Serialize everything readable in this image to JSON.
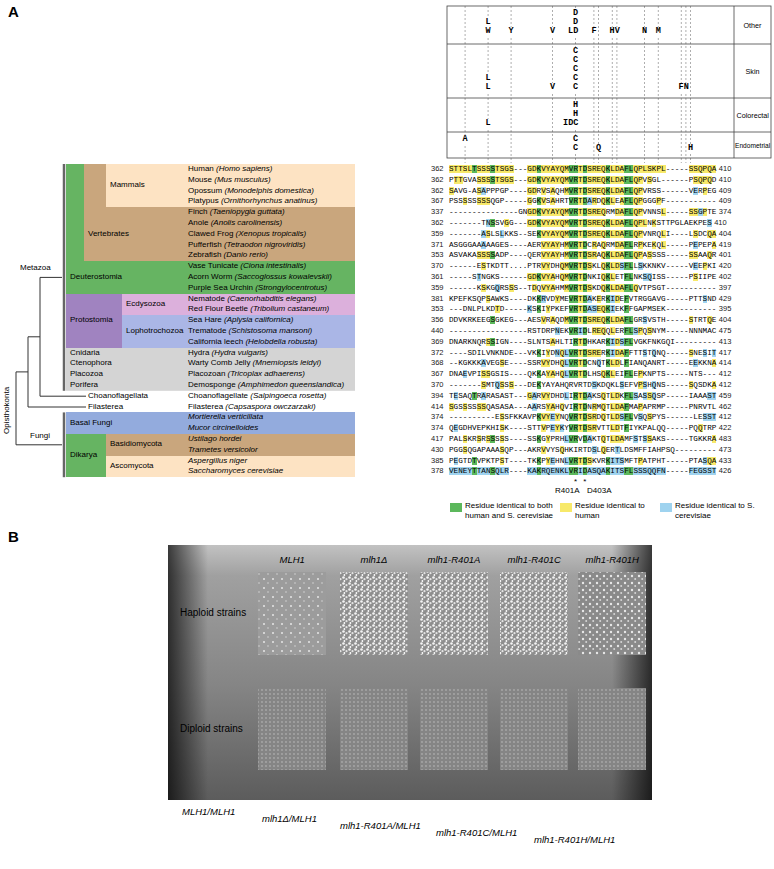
{
  "diagram": {
    "nodes": [
      {
        "text": [
          "Deuterostomia"
        ]
      },
      {
        "text": [
          "Vertebrates"
        ],
        "in": 0
      },
      {
        "text": [
          "Mammals"
        ],
        "in": 1
      },
      {
        "text": [
          "Protostomia"
        ]
      },
      {
        "text": [
          "Ecdysozoa"
        ],
        "in": 3
      },
      {
        "text": [
          "Lophotrochozoa"
        ],
        "in": 3
      },
      {
        "text": [
          "Basal Fungi"
        ]
      },
      {
        "text": [
          "Dikarya"
        ]
      },
      {
        "text": [
          "Basidiomycota"
        ],
        "in": 7
      },
      {
        "text": [
          "Ascomycota"
        ],
        "in": 7
      }
    ],
    "labels": [
      "A",
      "Metazoa",
      "Opisthokonta",
      "Choanoflagellata",
      "Filasterea",
      "Fungi",
      "Cnidaria",
      "Ctenophora",
      "Placozoa",
      "Porifera",
      "Human (Homo sapiens)",
      "Mouse (Mus musculus)",
      "Opossum (Monodelphis domestica)",
      "Platypus (Ornithorhynchus anatinus)",
      "Finch (Taeniopygia guttata)",
      "Anole (Anolis carolinensis)",
      "Clawed Frog (Xenopus tropicalis)",
      "Pufferfish (Tetraodon nigroviridis)",
      "Zebrafish (Danio rerio)",
      "Vase Tunicate (Ciona intestinalis)",
      "Acorn Worm (Saccoglossus kowalevskii)",
      "Purple Sea Urchin (Strongylocentrotus)",
      "Nematode (Caenorhabditis elegans)",
      "Red Flour Beetle (Tribolium castaneum)",
      "Sea Hare (Aplysia californica)",
      "Trematode (Schistosoma mansoni)",
      "California leech (Helobdella robusta)",
      "Hydra (Hydra vulgaris)",
      "Warty Comb Jelly (Mnemiopsis leidyi)",
      "Placozoan (Tricoplax adhaerens)",
      "Demosponge (Amphimedon queenslandica)",
      "Choanoflagellate (Salpingoeca rosetta)",
      "Filasterea (Capsaspora owczarzaki)",
      "Mortierella verticillata",
      "Mucor circinelloides",
      "Ustilago hordei",
      "Trametes versicolor",
      "Aspergillus niger",
      "Saccharomyces cerevisiae",
      "362",
      "STTSLTSSSSTSGS---GDKVYAYQMVRTDSREQKLDAFLQPLSKPL-----SSQPQA",
      "410",
      "362",
      "PTTGVASSSSTSGS---GDKVYAYQMVRTDSREQKLDAFLQPVSGL------PSQPQD",
      "410",
      "362",
      "SAVG-ASAPPPGP----GDRVSAQHMVRTDSREQKLDAFLQPVRSS------VERPEG",
      "409",
      "367",
      "PSSSSSSSSQGP-----GGKVSAHRTVRTDARDQKLEAFLQPGGGPF-----------",
      "409",
      "337",
      "---------------GNGDKVYAYQMVRTDSREQRMDAFLQPVNNSL-----SSGPTE",
      "374",
      "362",
      "-------TNSSVGG---GDKVYAYQMVRTDSREQKLDAFLQPLNKSTTPGLAEKPES",
      "410",
      "359",
      "-------ASLSLKKS--SEKVYAYQMVRTDSREQKLDAFLQPVNRQLI----LSDCQA",
      "404",
      "371",
      "ASGGGAAAAAGES----AERVYAYHMVRTDCRAQRMDAFLRPKEKQL-----PEPEPA",
      "419",
      "353",
      "ASVAKASSSSADP----QERVYAYHMVRTDSRAQKLDAFLQPASSSS-----SSAAQR",
      "401",
      "370",
      "------ESTKDTT....PTRVYDHQMVRTDSKLQKLDSFLLSKKNKV-----VEEPKI",
      "420",
      "361",
      "-----STNGKS------GDKVYAHQMVRTDNKIQKLETFLNKSQISS-----PSIIPE",
      "402",
      "359",
      "------KSKGQRSSS--TDQVYAHMMVRTDSKDQKLDAFLQVTPSGT-----------",
      "397",
      "381",
      "KPEFKSQPSAWKS----DKKRVDYMEVRTDAKERKIDEFVTRGGAVG-----PTTSND",
      "429",
      "353",
      "---DNLPLKDTD-----KSKIYPKEFVRTDASEQKIEKFFGAPMSEK-----------",
      "395",
      "356",
      "DDVKRKEEGSGKEG---AESVRAQDMVRTDSREQKLDAFLGRSVSTH-----STRTQE",
      "404",
      "440",
      "-----------------RSTDRPNEKVRIDLREQQLERFLSPQSNYM-----NNNMAC",
      "475",
      "369",
      "DNARKNQRSSIGN----SLNTSAHLTIRTDHKARKIDSFLVGKFNKGQI---------",
      "413",
      "372",
      "----SDILVNKNDE---VKKIYDNQLVRTDSRERKIDAFFTTSTQNQ-----SNESIT",
      "417",
      "368",
      "--KGKKKAVEGSE----SSRVYDHQLVRTDCNQTKLDLFIANQANRT-----EEKKNA",
      "414",
      "367",
      "DNAEVPISSGSIS----QKKAYAHQLVRTDLHSQKLEIFLEPKNPTS-----NTS---",
      "412",
      "370",
      "-------SMTQSSS---DEKYAYAHQRVRTDSKDQKLSEFVPSHQNS-----SQSDKA",
      "412",
      "394",
      "TESAQTRARASAST---GARVYDHDLIRTDAKSQTLDKFLSASSQSP-----IAAAST",
      "459",
      "414",
      "SGSSSSSSQASASA---AARSYAHQVIRTDNRMQTLDAFMAPAPRMP-----PNRVTL",
      "462",
      "374",
      "----------ESSFKKAVPKVYEYNQVRTDSRDQTLDSFLVSQSPYS------LESST",
      "412",
      "374",
      "QEGDHVEPKHISK----STTVPEYKYVRTDSRVTTLDTFIYKPALQQ-----PQQTRP",
      "422",
      "417",
      "PALSKRSRSSSSS----SSKGYPRHLVRVDAKTQTLDAMFSTSSAKS-----TGKKRA",
      "483",
      "430",
      "PGGSQGAPAAASQP---AKRVVYSQHKIRTDSLQERTLDSMFFIAHPSQ---------",
      "473",
      "385",
      "PEGTDTVPKTPST----TKKPYEHNLVRTDSKVRKITSMFTPATPHT-----PTASQA",
      "433",
      "378",
      "VENEYTTANSQLR----KAKRQENKLVRIDASQAKITSFLSSSQQFN-----FEGSST",
      "426",
      "Other",
      "L",
      "W",
      "Y",
      "V",
      "D",
      "D",
      "LD",
      "F",
      "HV",
      "N",
      "M",
      "Skin",
      "L",
      "L",
      "V",
      "C",
      "C",
      "C",
      "C",
      "C",
      "FN",
      "Colorectal",
      "H",
      "H",
      "L",
      "IDC",
      "Endometrial",
      "A",
      "C",
      "C",
      "Q",
      "H",
      "*",
      "*",
      "R401A",
      "D403A",
      "B",
      "MLH1",
      "mlh1Δ",
      "mlh1-R401A",
      "mlh1-R401C",
      "mlh1-R401H",
      "Haploid strains",
      "Diploid strains",
      "MLH1/MLH1",
      "mlh1Δ/MLH1",
      "mlh1-R401A/MLH1",
      "mlh1-R401C/MLH1",
      "mlh1-R401H/MLH1"
    ],
    "legend": [
      {
        "text": "Residue identical to both human and S. cerevisiae",
        "color": "#5cb85c"
      },
      {
        "text": "Residue identical to human",
        "color": "#f7e96a"
      },
      {
        "text": "Residue identical to S. cerevisiae",
        "color": "#9fd3ef"
      }
    ]
  }
}
